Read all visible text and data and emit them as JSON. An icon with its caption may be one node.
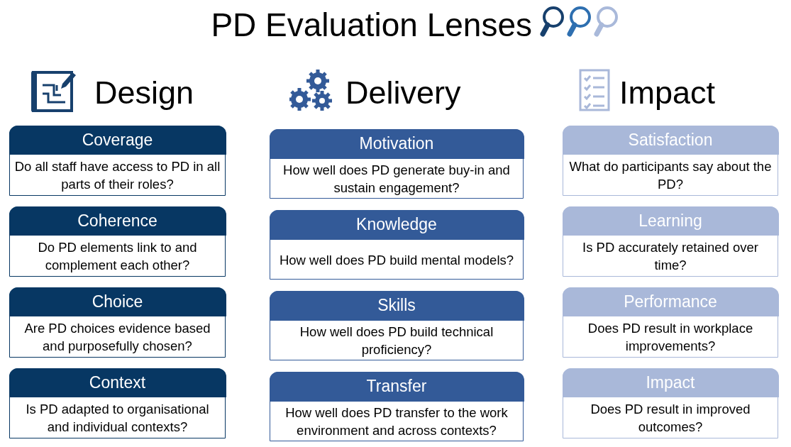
{
  "diagram": {
    "title": "PD Evaluation Lenses",
    "nodes": [
      {
        "text": [
          "Coverage",
          "Do all staff have access to PD in all parts of their roles?"
        ]
      },
      {
        "text": [
          "Coherence",
          "Do PD elements link to and complement each other?"
        ]
      },
      {
        "text": [
          "Choice",
          "Are PD choices evidence based and purposefully chosen?"
        ]
      },
      {
        "text": [
          "Context",
          "Is PD adapted to organisational and individual contexts?"
        ]
      },
      {
        "text": [
          "Motivation",
          "How well does PD generate buy-in and sustain engagement?"
        ]
      },
      {
        "text": [
          "Knowledge",
          "How well does PD build mental models?"
        ]
      },
      {
        "text": [
          "Skills",
          "How well does PD build technical proficiency?"
        ]
      },
      {
        "text": [
          "Transfer",
          "How well does PD transfer to the work environment and across contexts?"
        ]
      },
      {
        "text": [
          "Satisfaction",
          "What do participants say about the PD?"
        ]
      },
      {
        "text": [
          "Learning",
          "Is PD accurately retained over time?"
        ]
      },
      {
        "text": [
          "Performance",
          "Does PD result in workplace improvements?"
        ]
      },
      {
        "text": [
          "Impact",
          "Does PD result in improved outcomes?"
        ]
      }
    ],
    "labels": [
      "Design",
      "Delivery",
      "Impact"
    ]
  }
}
